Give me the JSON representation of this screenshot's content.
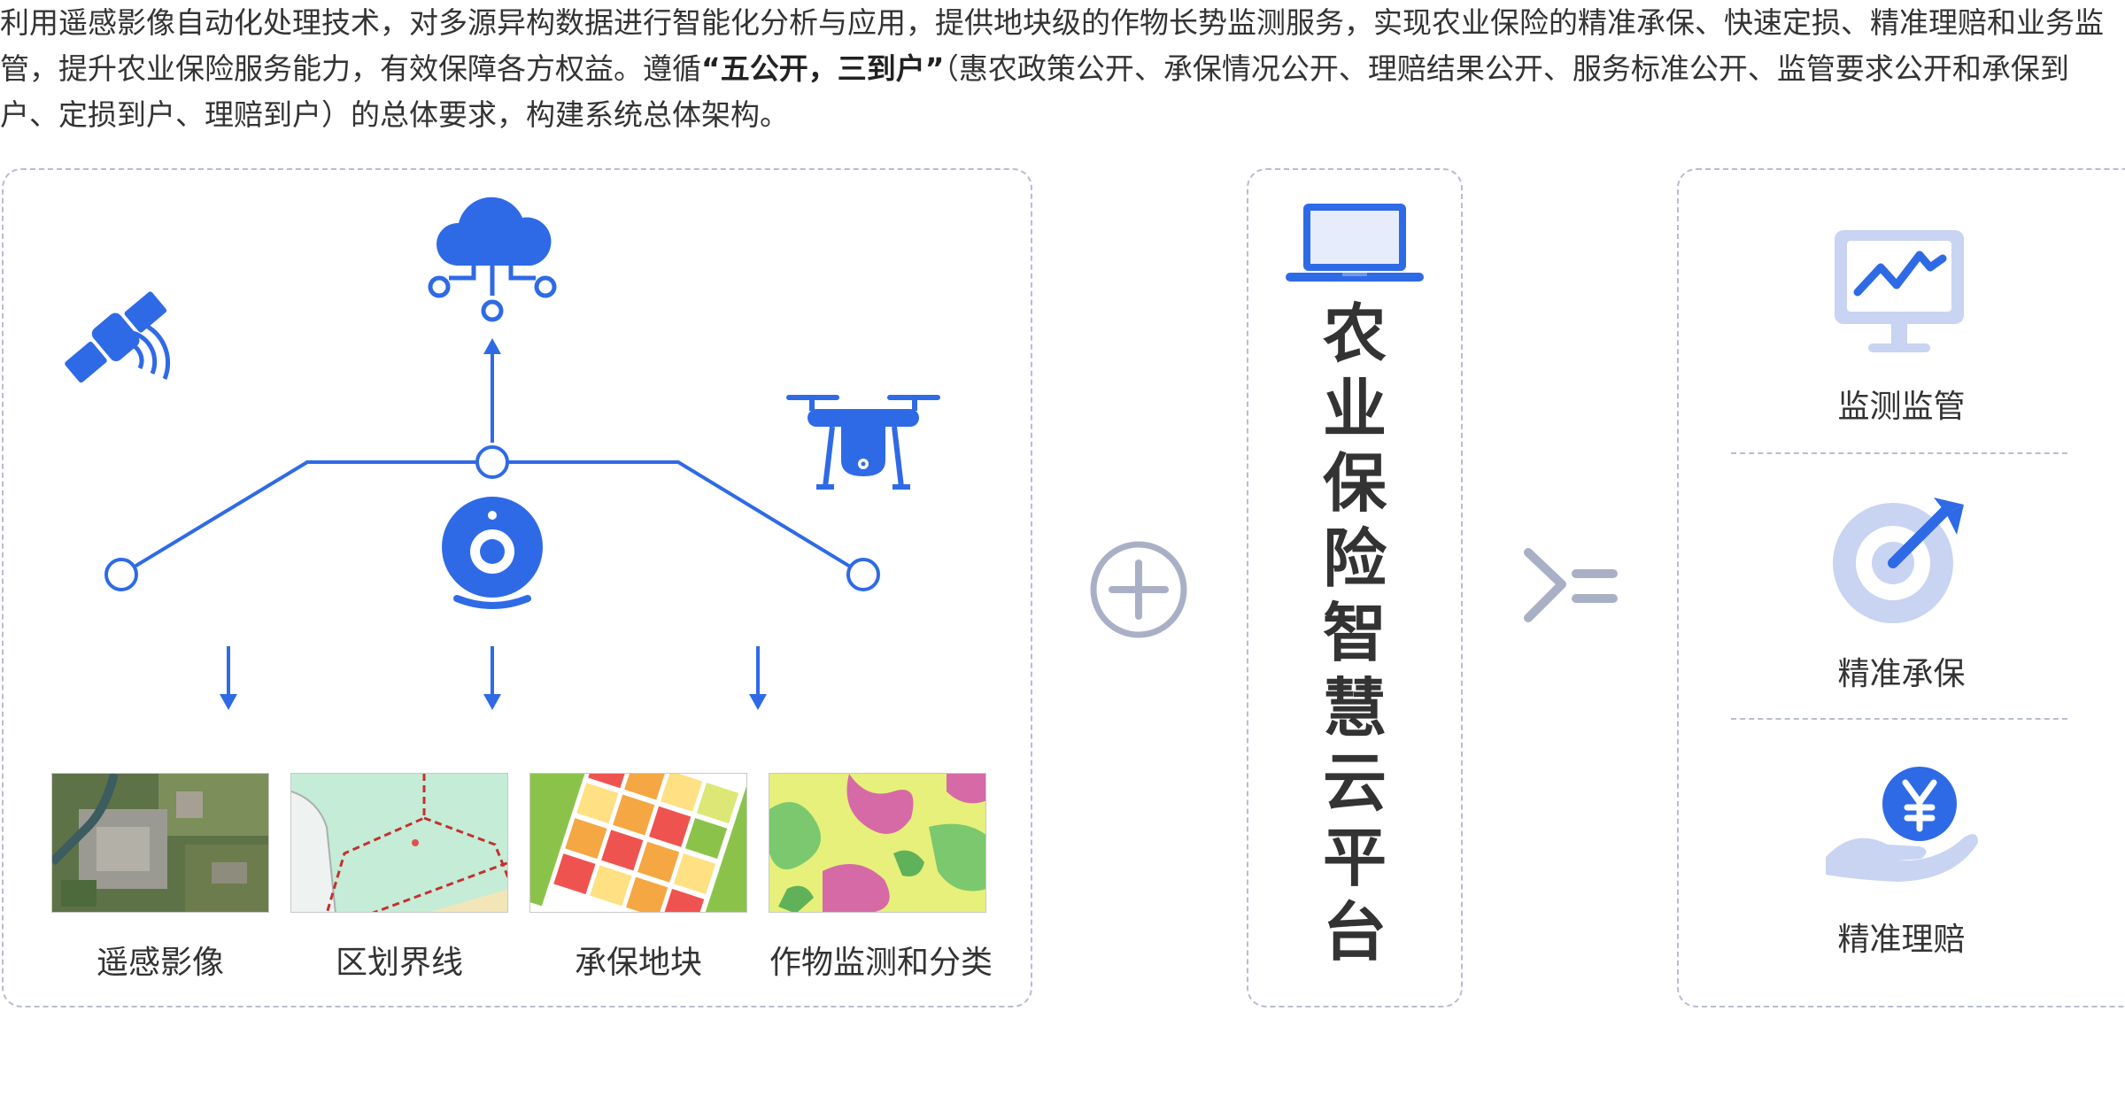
{
  "intro": {
    "part1": "利用遥感影像自动化处理技术，对多源异构数据进行智能化分析与应用，提供地块级的作物长势监测服务，实现农业保险的精准承保、快速定损、精准理赔和业务监管，提升农业保险服务能力，有效保障各方权益。遵循",
    "highlight": "“五公开，三到户”",
    "part2": "（惠农政策公开、承保情况公开、理赔结果公开、服务标准公开、监管要求公开和承保到户、定损到户、理赔到户）的总体要求，构建系统总体架构。"
  },
  "sources": {
    "items": [
      {
        "label": "遥感影像"
      },
      {
        "label": "区划界线"
      },
      {
        "label": "承保地块"
      },
      {
        "label": "作物监测和分类"
      }
    ]
  },
  "platform": {
    "title_chars": [
      "农",
      "业",
      "保",
      "险",
      "智",
      "慧",
      "云",
      "平",
      "台"
    ]
  },
  "services": {
    "items": [
      {
        "label": "监测监管"
      },
      {
        "label": "精准承保"
      },
      {
        "label": "精准理赔"
      }
    ]
  },
  "colors": {
    "primary_blue": "#2f6ae6",
    "light_blue": "#c9d4f2",
    "gray_icon": "#a9b0c6"
  }
}
